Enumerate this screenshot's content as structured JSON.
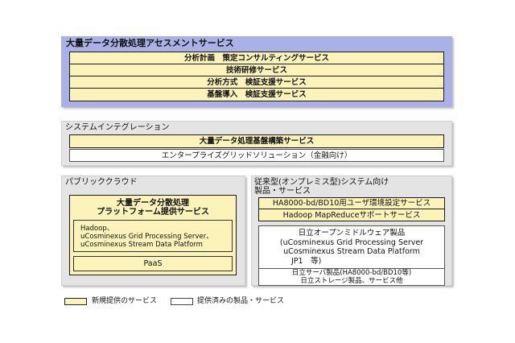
{
  "assessment": {
    "title": "大量データ分散処理アセスメントサービス",
    "items": [
      "分析計画　策定コンサルティングサービス",
      "技術研修サービス",
      "分析方式　検証支援サービス",
      "基盤導入　検証支援サービス"
    ]
  },
  "system_integration": {
    "title": "システムインテグレーション",
    "new_item": "大量データ処理基盤構築サービス",
    "existing_item": "エンタープライズグリッドソリューション（金融向け）"
  },
  "public_cloud": {
    "title": "パブリッククラウド",
    "platform_title_line1": "大量データ分散処理",
    "platform_title_line2": "プラットフォーム提供サービス",
    "components_line1": "Hadoop、",
    "components_line2": "uCosminexus Grid Processing Server、",
    "components_line3": "uCosminexus Stream Data Platform",
    "paas": "PaaS"
  },
  "on_premise": {
    "title_line1": "従来型(オンプレミス型)システム向け",
    "title_line2": "製品・サービス",
    "new_items": [
      "HA8000-bd/BD10用ユーザ環境設定サービス",
      "Hadoop MapReduceサポートサービス"
    ],
    "middleware_line1": "日立オープンミドルウェア製品",
    "middleware_line2": "(uCosminexus Grid Processing Server",
    "middleware_line3": "uCosminexus Stream Data Platform",
    "middleware_line4": "JP1　等)",
    "hardware_line1": "日立サーバ製品(HA8000-bd/BD10等)",
    "hardware_line2": "日立ストレージ製品、サービス他"
  },
  "legend": {
    "new_label": "新規提供のサービス",
    "existing_label": "提供済みの製品・サービス"
  },
  "colors": {
    "assessment_bg": "#a9b1e6",
    "panel_gray": "#e4e4e4",
    "new_service": "#fbf3b9",
    "existing_service": "#ffffff"
  }
}
